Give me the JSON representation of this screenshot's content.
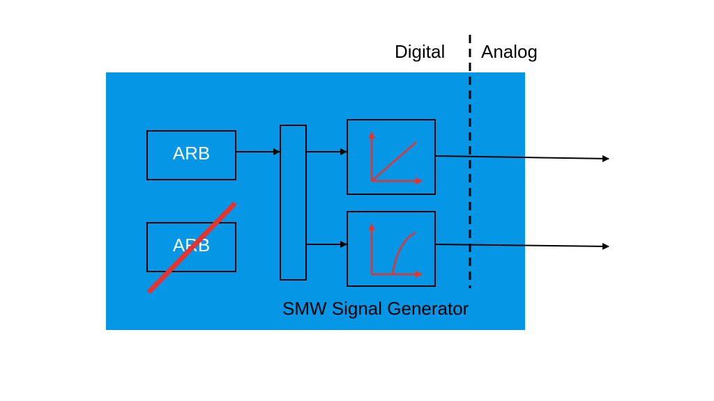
{
  "labels": {
    "digital": "Digital",
    "analog": "Analog",
    "generator": "SMW Signal Generator"
  },
  "blocks": {
    "arb_top": "ARB",
    "arb_bottom": "ARB"
  },
  "colors": {
    "panel": "#0596e6",
    "accent": "#e8322e",
    "line": "#000000",
    "label_white": "#ffffff"
  },
  "icons": {
    "upper_converter": "linear-ramp-icon",
    "lower_converter": "rising-curve-icon",
    "disabled_marker": "strike-through-slash"
  },
  "state": {
    "arb_bottom_disabled": true
  }
}
